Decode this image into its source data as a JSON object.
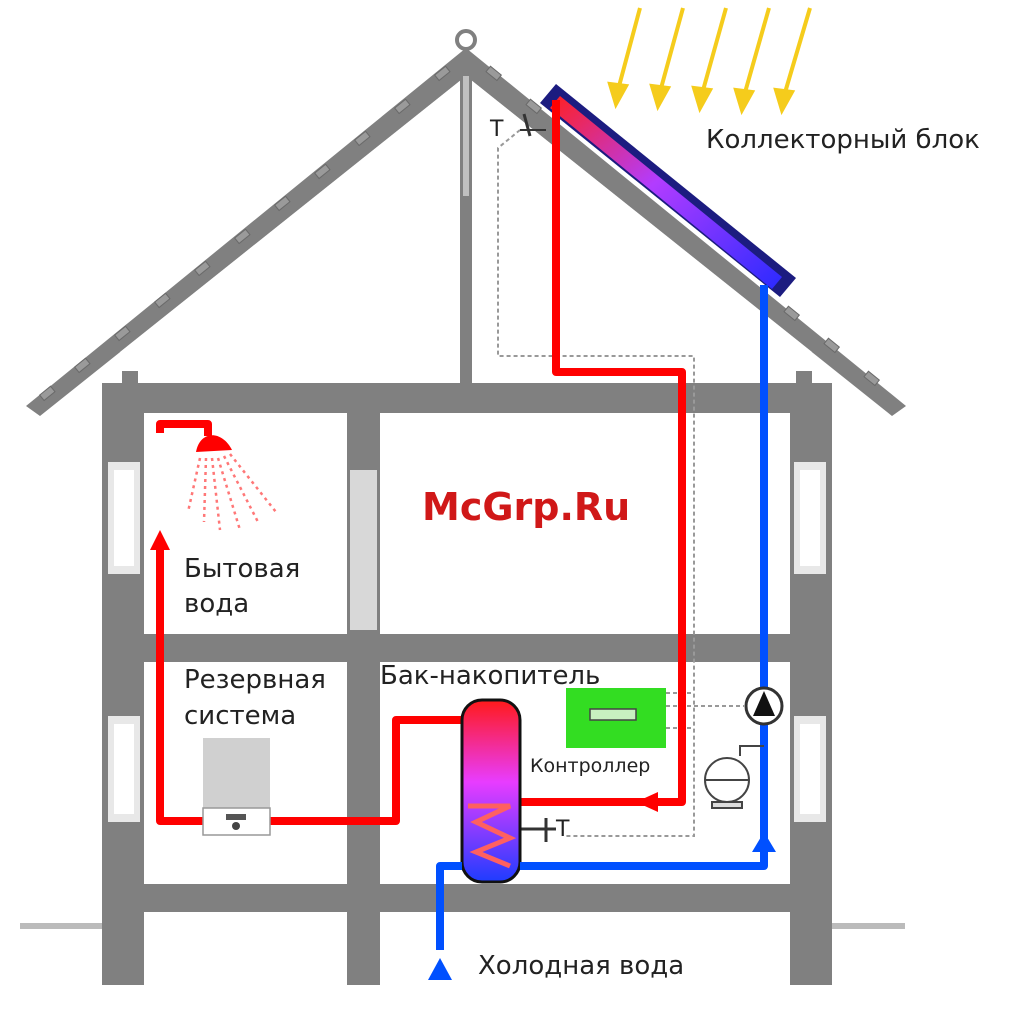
{
  "labels": {
    "collector": "Коллекторный блок",
    "household_line1": "Бытовая",
    "household_line2": "вода",
    "backup_line1": "Резервная",
    "backup_line2": "система",
    "tank": "Бак-накопитель",
    "controller": "Контроллер",
    "cold_water": "Холодная вода",
    "sensor_top": "T",
    "sensor_tank": "T"
  },
  "watermark": "McGrp.Ru",
  "colors": {
    "hot_pipe": "#ff0000",
    "cold_pipe": "#0050ff",
    "structure": "#7f7f7f",
    "controller": "#33dd22",
    "collector": "#1c1c80",
    "sun_rays": "#f5cc1c",
    "watermark": "#d01818"
  },
  "icons": [
    "sun-rays",
    "shower-head-icon",
    "pump-icon",
    "expansion-vessel-icon",
    "boiler-icon",
    "controller-display-icon"
  ]
}
